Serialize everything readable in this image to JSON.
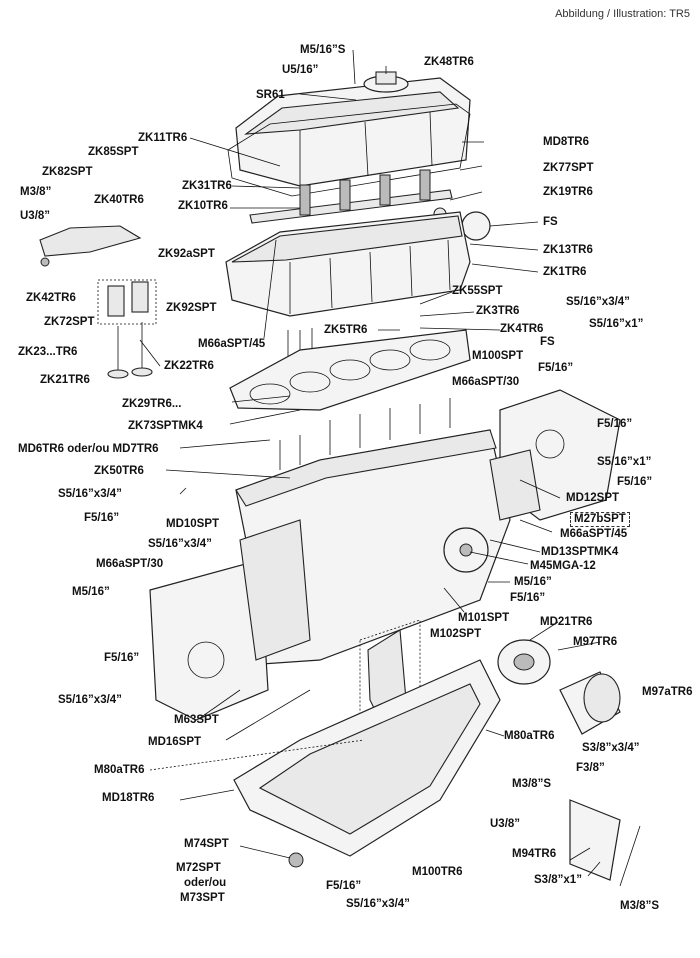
{
  "header": {
    "title": "Abbildung / Illustration: TR5"
  },
  "labels": [
    {
      "id": "m516s-top",
      "text": "M5/16”S"
    },
    {
      "id": "zk48",
      "text": "ZK48TR6"
    },
    {
      "id": "u516",
      "text": "U5/16”"
    },
    {
      "id": "sr61",
      "text": "SR61"
    },
    {
      "id": "md8",
      "text": "MD8TR6"
    },
    {
      "id": "zk11",
      "text": "ZK11TR6"
    },
    {
      "id": "zk85",
      "text": "ZK85SPT"
    },
    {
      "id": "zk77",
      "text": "ZK77SPT"
    },
    {
      "id": "zk82",
      "text": "ZK82SPT"
    },
    {
      "id": "zk31",
      "text": "ZK31TR6"
    },
    {
      "id": "zk19",
      "text": "ZK19TR6"
    },
    {
      "id": "m38",
      "text": "M3/8”"
    },
    {
      "id": "zk40",
      "text": "ZK40TR6"
    },
    {
      "id": "zk10",
      "text": "ZK10TR6"
    },
    {
      "id": "u38",
      "text": "U3/8”"
    },
    {
      "id": "fs1",
      "text": "FS"
    },
    {
      "id": "zk13",
      "text": "ZK13TR6"
    },
    {
      "id": "zk92a",
      "text": "ZK92aSPT"
    },
    {
      "id": "zk1",
      "text": "ZK1TR6"
    },
    {
      "id": "zk42",
      "text": "ZK42TR6"
    },
    {
      "id": "zk55",
      "text": "ZK55SPT"
    },
    {
      "id": "zk92",
      "text": "ZK92SPT"
    },
    {
      "id": "s516-34a",
      "text": "S5/16”x3/4”"
    },
    {
      "id": "zk3",
      "text": "ZK3TR6"
    },
    {
      "id": "zk72",
      "text": "ZK72SPT"
    },
    {
      "id": "s516-1a",
      "text": "S5/16”x1”"
    },
    {
      "id": "zk5",
      "text": "ZK5TR6"
    },
    {
      "id": "zk4",
      "text": "ZK4TR6"
    },
    {
      "id": "m66a45a",
      "text": "M66aSPT/45"
    },
    {
      "id": "fs2",
      "text": "FS"
    },
    {
      "id": "zk23",
      "text": "ZK23...TR6"
    },
    {
      "id": "zk22",
      "text": "ZK22TR6"
    },
    {
      "id": "m100",
      "text": "M100SPT"
    },
    {
      "id": "f516a",
      "text": "F5/16”"
    },
    {
      "id": "zk21",
      "text": "ZK21TR6"
    },
    {
      "id": "m66a30a",
      "text": "M66aSPT/30"
    },
    {
      "id": "zk29",
      "text": "ZK29TR6..."
    },
    {
      "id": "f516b",
      "text": "F5/16”"
    },
    {
      "id": "zk73",
      "text": "ZK73SPTMK4"
    },
    {
      "id": "md6",
      "text": "MD6TR6 oder/ou MD7TR6"
    },
    {
      "id": "s516-1b",
      "text": "S5/16”x1”"
    },
    {
      "id": "zk50",
      "text": "ZK50TR6"
    },
    {
      "id": "f516c",
      "text": "F5/16”"
    },
    {
      "id": "s516-34b",
      "text": "S5/16”x3/4”"
    },
    {
      "id": "md12",
      "text": "MD12SPT"
    },
    {
      "id": "f516d",
      "text": "F5/16”"
    },
    {
      "id": "m27b",
      "text": "M27bSPT"
    },
    {
      "id": "md10",
      "text": "MD10SPT"
    },
    {
      "id": "m66a45b",
      "text": "M66aSPT/45"
    },
    {
      "id": "s516-34c",
      "text": "S5/16”x3/4”"
    },
    {
      "id": "md13",
      "text": "MD13SPTMK4"
    },
    {
      "id": "m66a30b",
      "text": "M66aSPT/30"
    },
    {
      "id": "m45mga",
      "text": "M45MGA-12"
    },
    {
      "id": "m516b",
      "text": "M5/16”"
    },
    {
      "id": "m516c",
      "text": "M5/16”"
    },
    {
      "id": "f516e",
      "text": "F5/16”"
    },
    {
      "id": "m101",
      "text": "M101SPT"
    },
    {
      "id": "m102",
      "text": "M102SPT"
    },
    {
      "id": "md21",
      "text": "MD21TR6"
    },
    {
      "id": "f516f",
      "text": "F5/16”"
    },
    {
      "id": "m97",
      "text": "M97TR6"
    },
    {
      "id": "s516-34d",
      "text": "S5/16”x3/4”"
    },
    {
      "id": "m97a",
      "text": "M97aTR6"
    },
    {
      "id": "m63",
      "text": "M63SPT"
    },
    {
      "id": "md16",
      "text": "MD16SPT"
    },
    {
      "id": "m80a1",
      "text": "M80aTR6"
    },
    {
      "id": "s38-34",
      "text": "S3/8”x3/4”"
    },
    {
      "id": "m80a2",
      "text": "M80aTR6"
    },
    {
      "id": "f38",
      "text": "F3/8”"
    },
    {
      "id": "m38s1",
      "text": "M3/8”S"
    },
    {
      "id": "md18",
      "text": "MD18TR6"
    },
    {
      "id": "u38b",
      "text": "U3/8”"
    },
    {
      "id": "m74",
      "text": "M74SPT"
    },
    {
      "id": "m94",
      "text": "M94TR6"
    },
    {
      "id": "m72",
      "text": "M72SPT"
    },
    {
      "id": "oder",
      "text": "oder/ou"
    },
    {
      "id": "m73",
      "text": "M73SPT"
    },
    {
      "id": "m100tr6",
      "text": "M100TR6"
    },
    {
      "id": "s38-1",
      "text": "S3/8”x1”"
    },
    {
      "id": "f516g",
      "text": "F5/16”"
    },
    {
      "id": "s516-34e",
      "text": "S5/16”x3/4”"
    },
    {
      "id": "m38s2",
      "text": "M3/8”S"
    }
  ]
}
